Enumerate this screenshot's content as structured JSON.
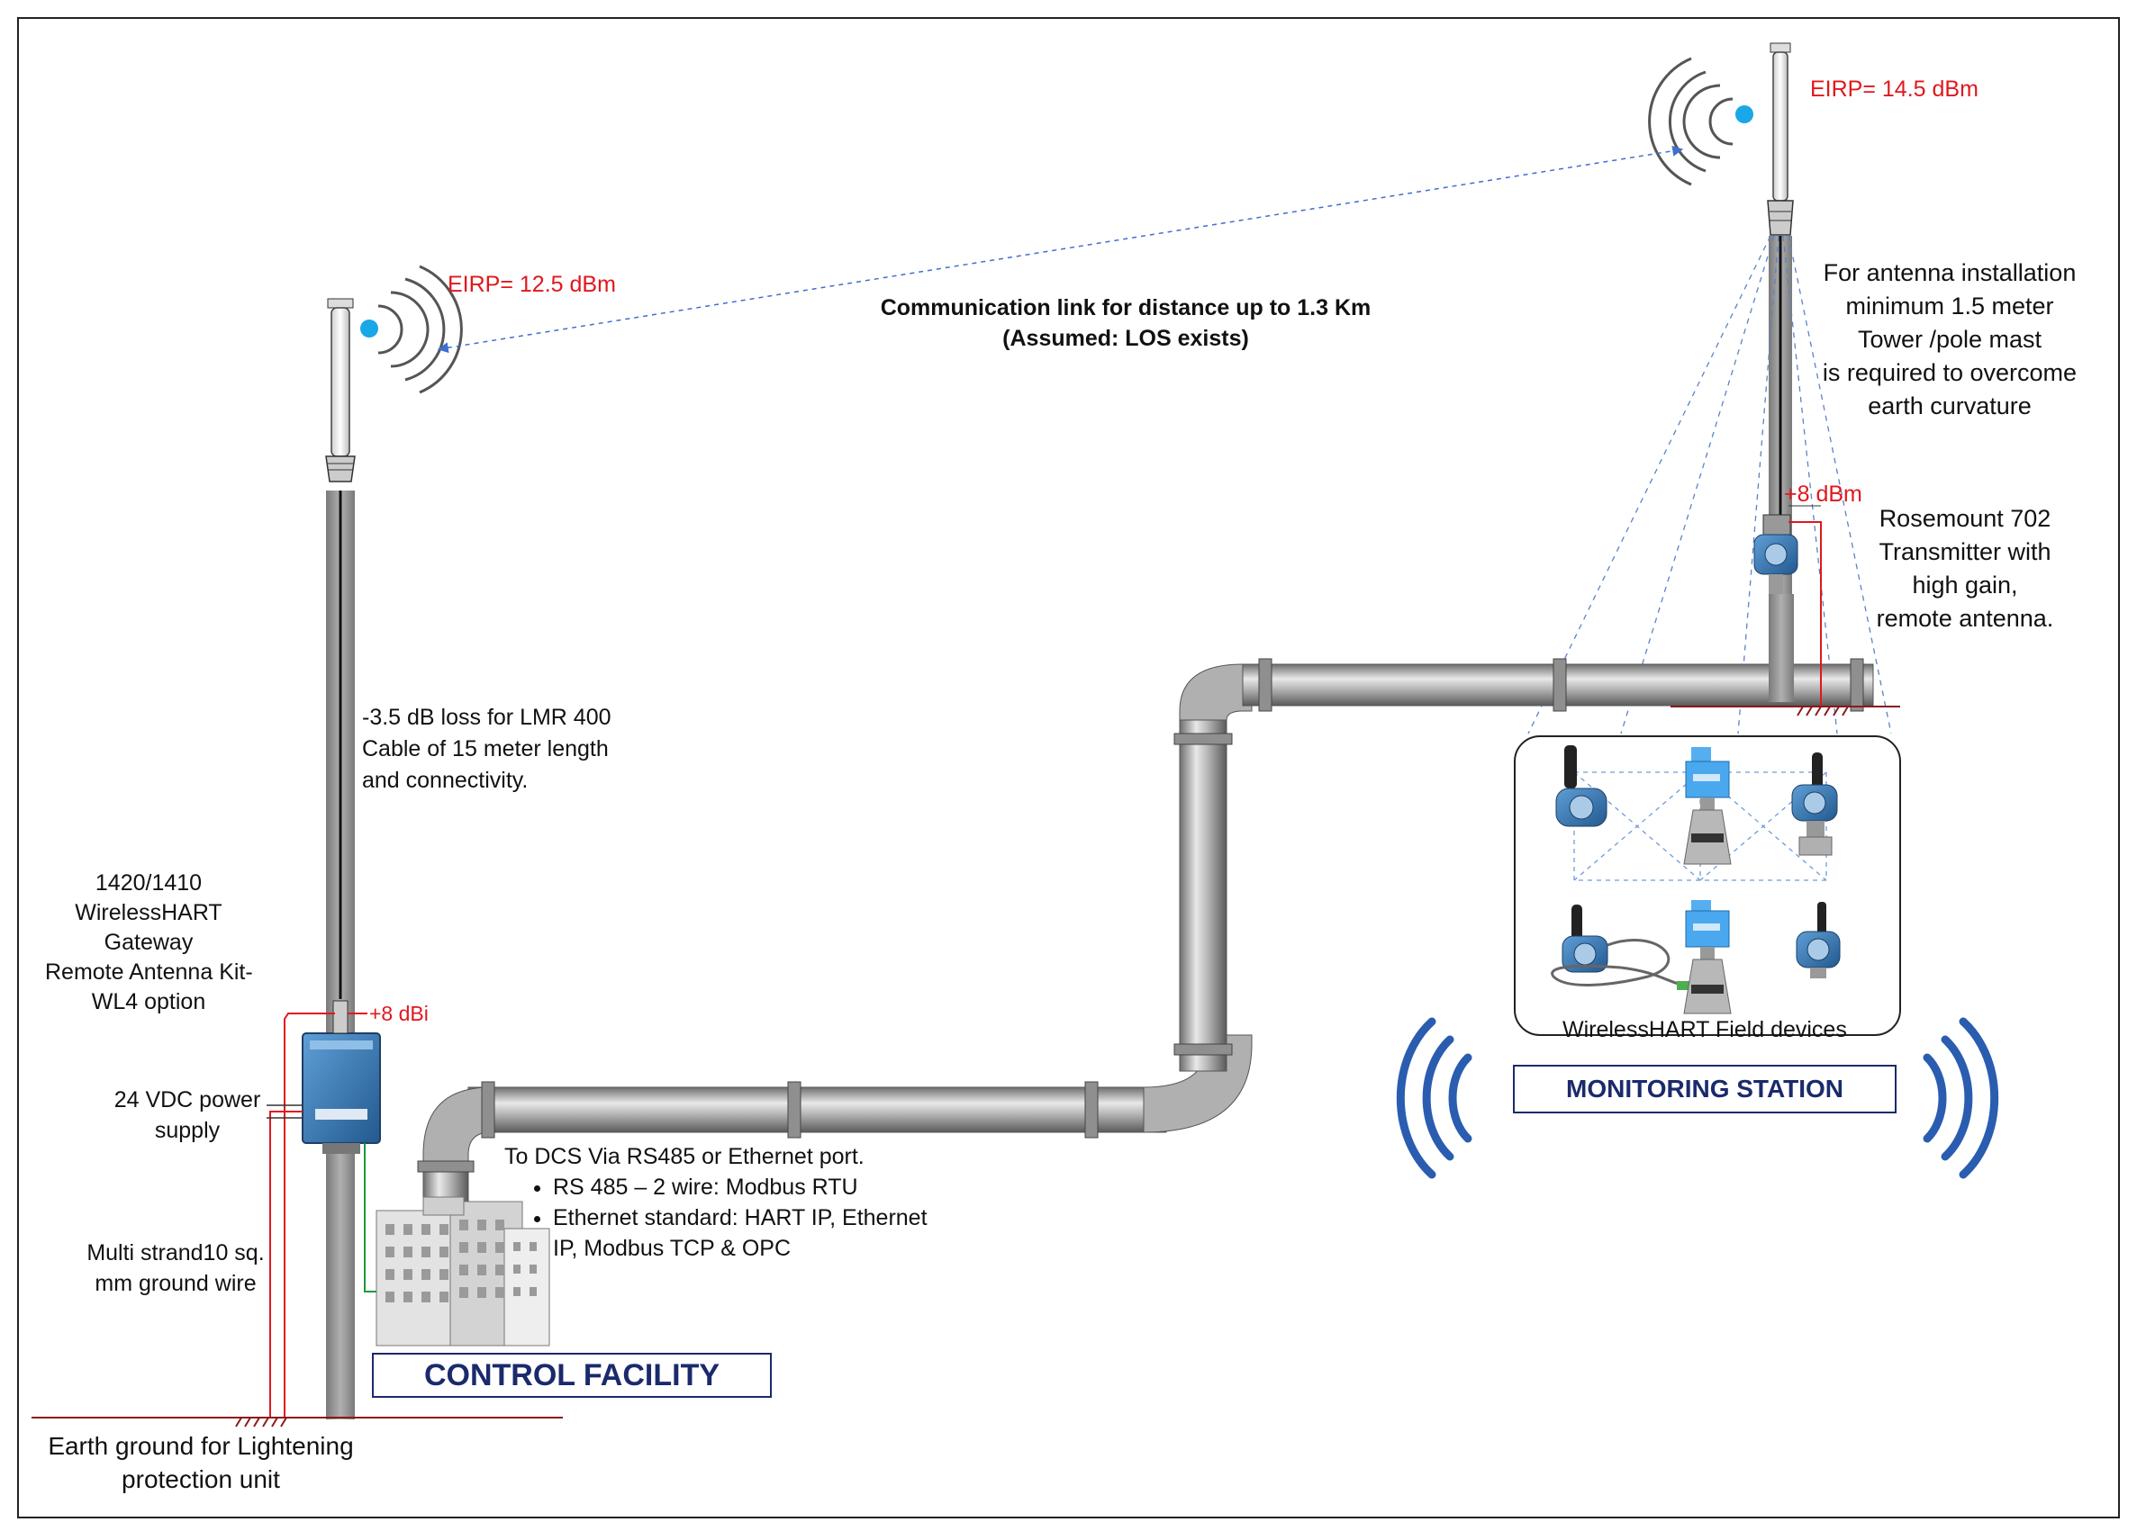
{
  "colors": {
    "accent_red": "#e0181e",
    "navy": "#1a2a6c",
    "signal_blue": "#2a5db0",
    "dot_blue": "#1aa7e8",
    "pipe": "#9a9a9a",
    "mast": "#8c8c8c",
    "ground_green": "#1a9a3a"
  },
  "antenna_left": {
    "eirp": "EIRP= 12.5 dBm",
    "gain": "+8 dBi"
  },
  "antenna_right": {
    "eirp": "EIRP= 14.5 dBm",
    "gain": "+8 dBm"
  },
  "link": {
    "line1": "Communication link for distance up to 1.3  Km",
    "line2": "(Assumed: LOS exists)"
  },
  "cable_loss": {
    "line1": "-3.5 dB loss for LMR 400",
    "line2": "Cable of 15 meter length",
    "line3": "and connectivity."
  },
  "gateway": {
    "line1": "1420/1410",
    "line2": "WirelessHART",
    "line3": "Gateway",
    "line4": "Remote Antenna Kit-",
    "line5": "WL4 option"
  },
  "power": {
    "line1": "24 VDC power",
    "line2": "supply"
  },
  "ground_wire": {
    "line1": "Multi strand10 sq.",
    "line2": "mm ground wire"
  },
  "earth_ground": {
    "line1": "Earth ground for Lightening",
    "line2": "protection unit"
  },
  "dcs": {
    "title": "To  DCS Via RS485 or Ethernet port.",
    "bullets": [
      "RS 485 – 2 wire: Modbus RTU",
      "Ethernet standard: HART IP, Ethernet"
    ],
    "continuation": "IP, Modbus TCP & OPC"
  },
  "control_facility": "CONTROL FACILITY",
  "antenna_install": {
    "line1": "For antenna installation",
    "line2": "minimum 1.5 meter",
    "line3": "Tower /pole mast",
    "line4": "is required to overcome",
    "line5": "earth curvature"
  },
  "rosemount": {
    "line1": "Rosemount 702",
    "line2": "Transmitter with",
    "line3": "high gain,",
    "line4": "remote antenna."
  },
  "field_devices": "WirelessHART Field devices",
  "monitoring_station": "MONITORING STATION",
  "icons": [
    "antenna-icon",
    "radio-waves-icon",
    "gateway-device-icon",
    "building-icon",
    "transmitter-icon",
    "level-transmitter-icon",
    "pipeline-icon"
  ]
}
